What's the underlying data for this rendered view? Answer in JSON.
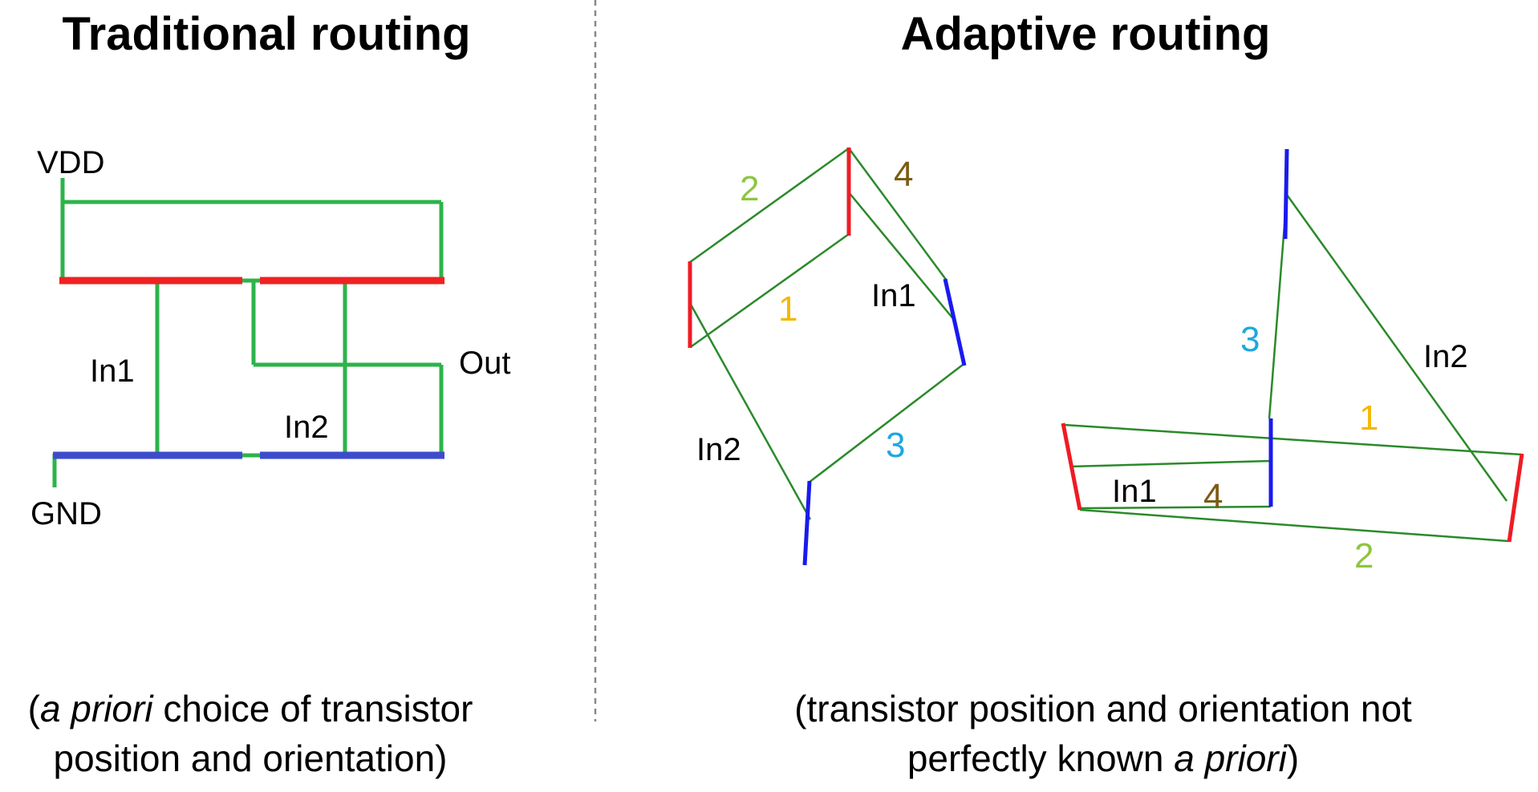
{
  "left_panel": {
    "title": "Traditional routing",
    "labels": {
      "vdd": "VDD",
      "gnd": "GND",
      "in1": "In1",
      "in2": "In2",
      "out": "Out"
    },
    "caption": {
      "line1_pre": "(",
      "line1_italic": "a priori",
      "line1_post": " choice of transistor",
      "line2": "position and orientation)"
    }
  },
  "right_panel": {
    "title": "Adaptive routing",
    "diagram_a": {
      "numbers": [
        "1",
        "2",
        "3",
        "4"
      ],
      "labels": {
        "in1": "In1",
        "in2": "In2"
      }
    },
    "diagram_b": {
      "numbers": [
        "1",
        "2",
        "3",
        "4"
      ],
      "labels": {
        "in1": "In1",
        "in2": "In2"
      }
    },
    "caption": {
      "line1": "(transistor position and orientation not",
      "line2_pre": "perfectly known ",
      "line2_italic": "a priori",
      "line2_post": ")"
    }
  },
  "colors": {
    "wire": "#2db34a",
    "wire_thin": "#2a8a2a",
    "vdd_rail": "#ee2222",
    "gnd_rail": "#3d4ccc",
    "num1": "#f5b800",
    "num2": "#8cc63f",
    "num3": "#1ca8e0",
    "num4": "#7a5c14",
    "divider": "#888888"
  }
}
